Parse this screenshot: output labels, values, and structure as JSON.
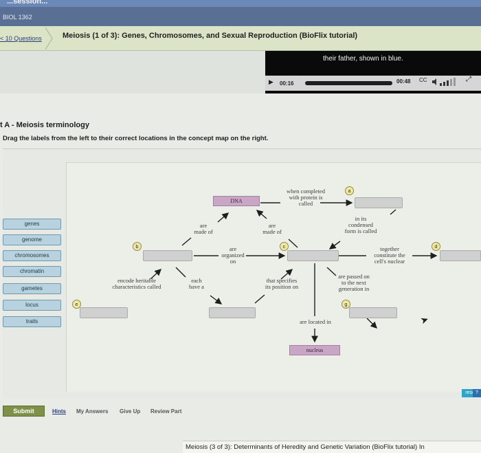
{
  "course": {
    "site_name": "BIOL 1362",
    "crumb_hint": "...session..."
  },
  "nav": {
    "questions_link": "< 10 Questions",
    "title": "Meiosis (1 of 3): Genes, Chromosomes, and Sexual Reproduction (BioFlix tutorial)"
  },
  "video": {
    "caption": "their father, shown in blue.",
    "current_time": "00:16",
    "duration": "00:48",
    "progress": 0.33,
    "cc_label": "CC"
  },
  "part": {
    "title": "t A - Meiosis terminology",
    "instructions": "Drag the labels from the left to their correct locations in the concept map on the right."
  },
  "labels": [
    "genes",
    "genome",
    "chromosomes",
    "chromatin",
    "gametes",
    "locus",
    "traits"
  ],
  "map": {
    "pill_dna": "DNA",
    "pill_nucleus": "nucleus",
    "t_when_completed": "when completed\nwith protein is\ncalled",
    "t_are_made_of_1": "are\nmade of",
    "t_are_made_of_2": "are\nmade of",
    "t_in_its": "in its\ncondensed\nform is called",
    "t_are_organized_on": "are\norganized\non",
    "t_together": "together\nconstitute the\ncell's nuclear",
    "t_encode": "encode heritable\ncharacteristics called",
    "t_each_have": "each\nhave a",
    "t_that_specifies": "that specifies\nits position on",
    "t_are_passed": "are passed on\nto the next\ngeneration in",
    "t_located": "are located in",
    "badges": [
      "a",
      "b",
      "c",
      "d",
      "e",
      "g"
    ]
  },
  "toolbar": {
    "reset": "reset",
    "help": "?"
  },
  "footer": {
    "submit": "Submit",
    "hints": "Hints",
    "my_answers": "My Answers",
    "give_up": "Give Up",
    "review_part": "Review Part"
  },
  "next_part": "Meiosis (3 of 3): Determinants of Heredity and Genetic Variation (BioFlix tutorial)  In",
  "colors": {
    "submit": "#7e9149",
    "label_bg": "#b8d3df",
    "pill": "#c9a6c6",
    "badge": "#efe9a1",
    "reset": "#2aa6c8"
  }
}
